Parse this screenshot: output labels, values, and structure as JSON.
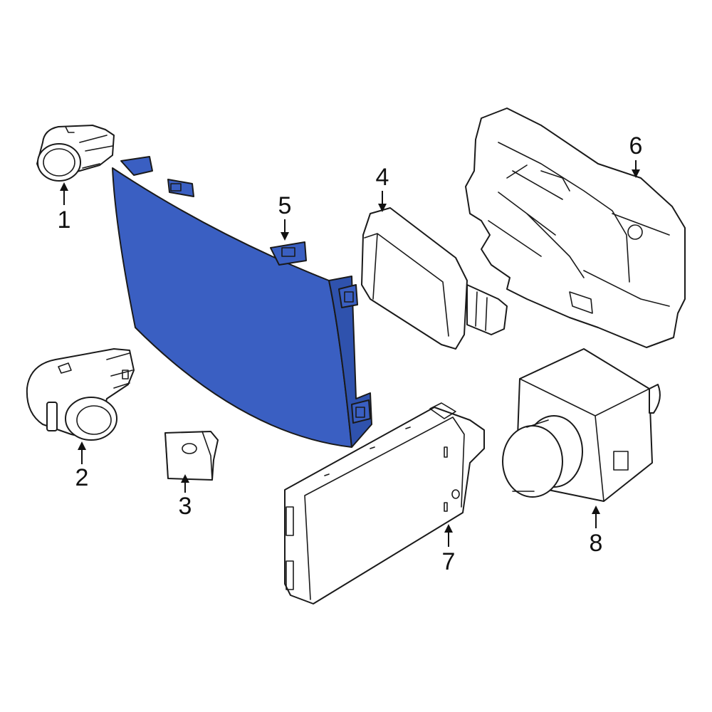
{
  "diagram": {
    "highlight_color": "#3a5fc2",
    "line_color": "#1a1a1a",
    "background": "#ffffff",
    "callouts": [
      {
        "id": "1",
        "label": "1",
        "part": "parking-sensor"
      },
      {
        "id": "2",
        "label": "2",
        "part": "parking-sensor"
      },
      {
        "id": "3",
        "label": "3",
        "part": "sensor-bracket"
      },
      {
        "id": "4",
        "label": "4",
        "part": "radar-sensor-module"
      },
      {
        "id": "5",
        "label": "5",
        "part": "radar-cover-panel",
        "highlighted": true
      },
      {
        "id": "6",
        "label": "6",
        "part": "mounting-bracket"
      },
      {
        "id": "7",
        "label": "7",
        "part": "control-module"
      },
      {
        "id": "8",
        "label": "8",
        "part": "camera"
      }
    ]
  }
}
